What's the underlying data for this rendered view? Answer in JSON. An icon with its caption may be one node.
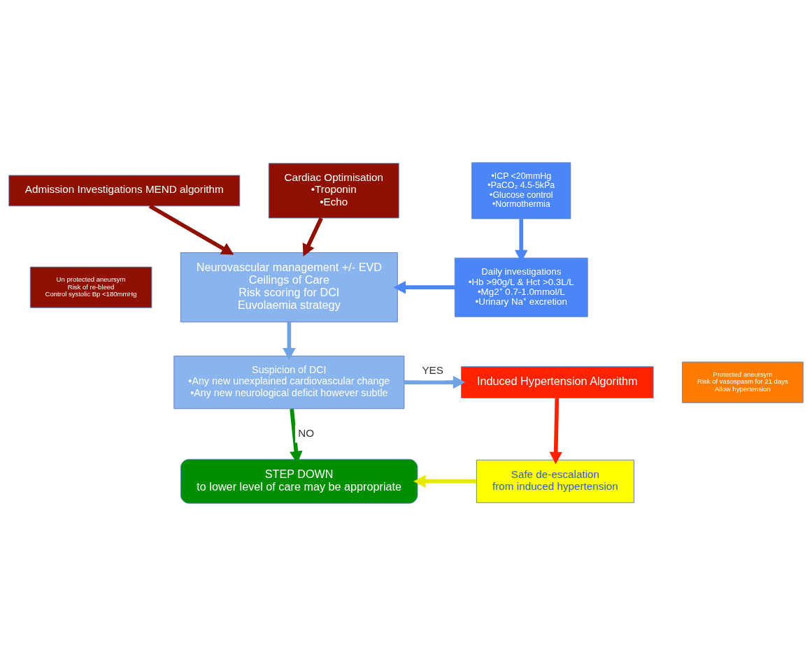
{
  "diagram": {
    "nodes": [
      {
        "text": [
          "Un protected aneursym",
          "Risk of re-bleed",
          "Control systolic Bp <180mmHg"
        ]
      },
      {
        "text": [
          "Admission Investigations MEND algorithm"
        ]
      },
      {
        "text": [
          "Cardiac Optimisation",
          "•Troponin",
          "•Echo"
        ]
      },
      {
        "text": [
          "•ICP <20mmHg",
          "•PaCO₂ 4.5-5kPa",
          "•Glucose control",
          "•Normothermia"
        ]
      },
      {
        "text": [
          "Neurovascular management +/- EVD",
          "Ceilings of Care",
          "Risk scoring for DCI",
          "Euvolaemia strategy"
        ]
      },
      {
        "text": [
          "Daily investigations",
          "•Hb >90g/L & Hct >0.3L/L",
          "•Mg2⁺ 0.7-1.0mmol/L",
          "•Urinary Na⁺ excretion"
        ]
      },
      {
        "text": [
          "Suspicion of DCI",
          "•Any new unexplained cardiovascular change",
          "•Any new neurological deficit however subtle"
        ]
      },
      {
        "text": [
          "Induced Hypertension Algorithm"
        ]
      },
      {
        "text": [
          "Protected aneursym",
          "Risk of vasospasm for 21 days",
          "Allow hypertension"
        ]
      },
      {
        "text": [
          "STEP DOWN",
          "to lower level of care may be appropriate"
        ]
      },
      {
        "text": [
          "Safe de-escalation",
          "from induced hypertension"
        ]
      }
    ],
    "edges": [
      {
        "from": 1,
        "to": 4,
        "arrow": "to",
        "color": "#8f1000"
      },
      {
        "from": 2,
        "to": 4,
        "arrow": "to",
        "color": "#8f1000"
      },
      {
        "from": 3,
        "to": 5,
        "arrow": "to",
        "color": "#4a86f7"
      },
      {
        "from": 5,
        "to": 4,
        "arrow": "to",
        "color": "#4a86f7"
      },
      {
        "from": 4,
        "to": 6,
        "arrow": "to",
        "color": "#6fa3e3"
      },
      {
        "from": 6,
        "to": 7,
        "arrow": "to",
        "label": "YES",
        "color": "#6fa3e3"
      },
      {
        "from": 6,
        "to": 9,
        "arrow": "to",
        "label": "NO",
        "color": "#008f00"
      },
      {
        "from": 7,
        "to": 10,
        "arrow": "to",
        "color": "#ff2200"
      },
      {
        "from": 10,
        "to": 9,
        "arrow": "to",
        "color": "#e8e800"
      }
    ]
  }
}
